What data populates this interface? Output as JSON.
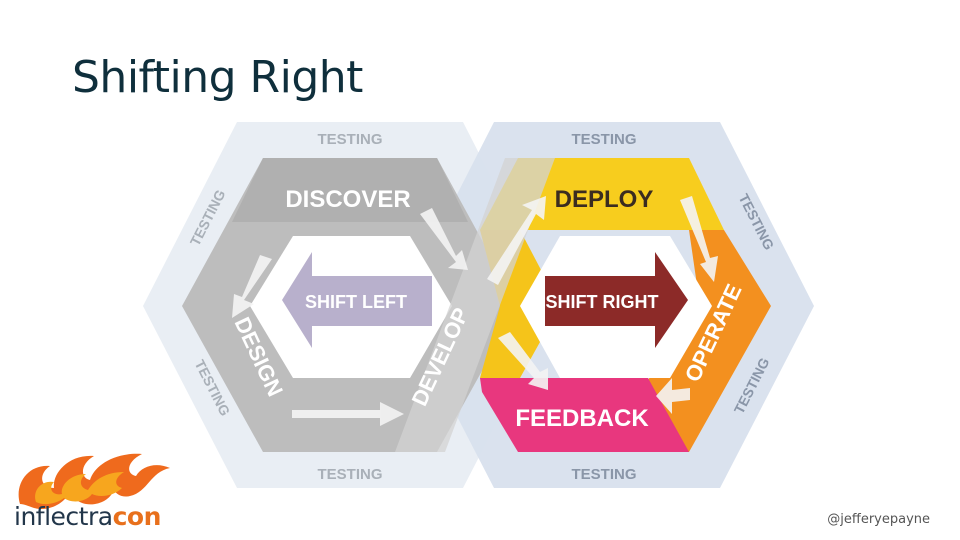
{
  "slide": {
    "title": "Shifting Right"
  },
  "diagram": {
    "left": {
      "testing_labels": [
        "TESTING",
        "TESTING",
        "TESTING",
        "TESTING"
      ],
      "stages": {
        "discover": "DISCOVER",
        "design": "DESIGN",
        "develop": "DEVELOP"
      },
      "center_arrow": "SHIFT LEFT"
    },
    "right": {
      "testing_labels": [
        "TESTING",
        "TESTING",
        "TESTING",
        "TESTING"
      ],
      "stages": {
        "deploy": "DEPLOY",
        "operate": "OPERATE",
        "feedback": "FEEDBACK"
      },
      "center_arrow": "SHIFT RIGHT"
    },
    "colors": {
      "deploy": "#f7cd1e",
      "operate": "#f3901f",
      "feedback": "#e8377e",
      "shift_right": "#8c2a28",
      "shift_left": "#b8b0cc",
      "left_ring": "#b7b7b7",
      "outer_left": "#e8edf3",
      "outer_right": "#d7e0ee"
    }
  },
  "logo": {
    "word_main": "inflectra",
    "word_accent": "con"
  },
  "footer": {
    "handle": "@jefferyepayne"
  }
}
